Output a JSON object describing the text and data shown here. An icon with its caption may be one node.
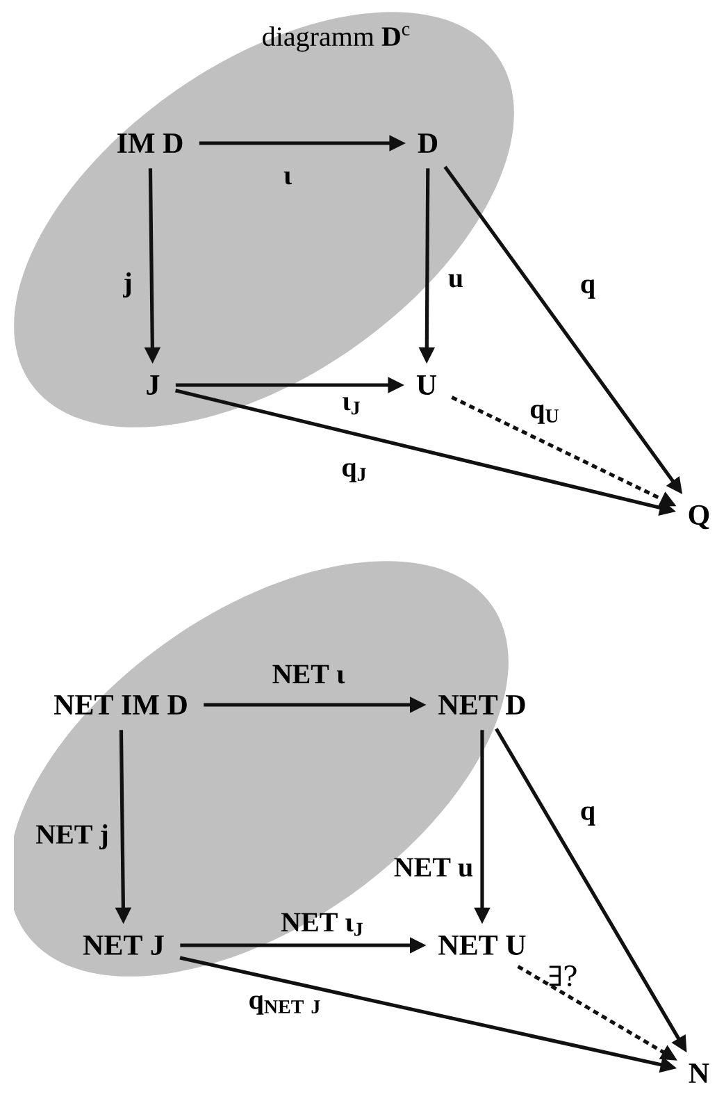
{
  "diagram": {
    "nodes": [
      {
        "text": [
          "diagramm **D**$^{c}$"
        ]
      },
      {
        "text": [
          "IM D"
        ],
        "in": 0
      },
      {
        "text": [
          "D"
        ],
        "in": 0
      },
      {
        "text": [
          "J"
        ],
        "in": 0
      },
      {
        "text": [
          "U"
        ]
      },
      {
        "text": [
          "Q"
        ]
      },
      {
        "text": [],
        "shape": "ellipse"
      },
      {
        "text": [
          "NET IM D"
        ],
        "in": 6
      },
      {
        "text": [
          "NET D"
        ]
      },
      {
        "text": [
          "NET J"
        ],
        "in": 6
      },
      {
        "text": [
          "NET U"
        ]
      },
      {
        "text": [
          "N"
        ]
      }
    ],
    "edges": [
      {
        "from": 1,
        "to": 2,
        "arrow": "to",
        "label": "ι"
      },
      {
        "from": 1,
        "to": 3,
        "arrow": "to",
        "label": "j"
      },
      {
        "from": 2,
        "to": 4,
        "arrow": "to",
        "label": "u"
      },
      {
        "from": 2,
        "to": 5,
        "arrow": "to",
        "label": "q"
      },
      {
        "from": 3,
        "to": 4,
        "arrow": "to",
        "label": "ι$_{J}$"
      },
      {
        "from": 4,
        "to": 5,
        "arrow": "to",
        "label": "q$_{U}$",
        "style": "dashed"
      },
      {
        "from": 3,
        "to": 5,
        "arrow": "to",
        "label": "q$_{J}$"
      },
      {
        "from": 7,
        "to": 8,
        "arrow": "to",
        "label": "NET ι"
      },
      {
        "from": 7,
        "to": 9,
        "arrow": "to",
        "label": "NET j"
      },
      {
        "from": 8,
        "to": 10,
        "arrow": "to",
        "label": "NET u"
      },
      {
        "from": 8,
        "to": 11,
        "arrow": "to",
        "label": "q"
      },
      {
        "from": 9,
        "to": 10,
        "arrow": "to",
        "label": "NET ι$_{J}$"
      },
      {
        "from": 10,
        "to": 11,
        "arrow": "to",
        "label": "∃?",
        "style": "dashed"
      },
      {
        "from": 9,
        "to": 11,
        "arrow": "to",
        "label": "\\mathbf{q}_{\\mathbf{NET\\ J}}"
      }
    ]
  }
}
